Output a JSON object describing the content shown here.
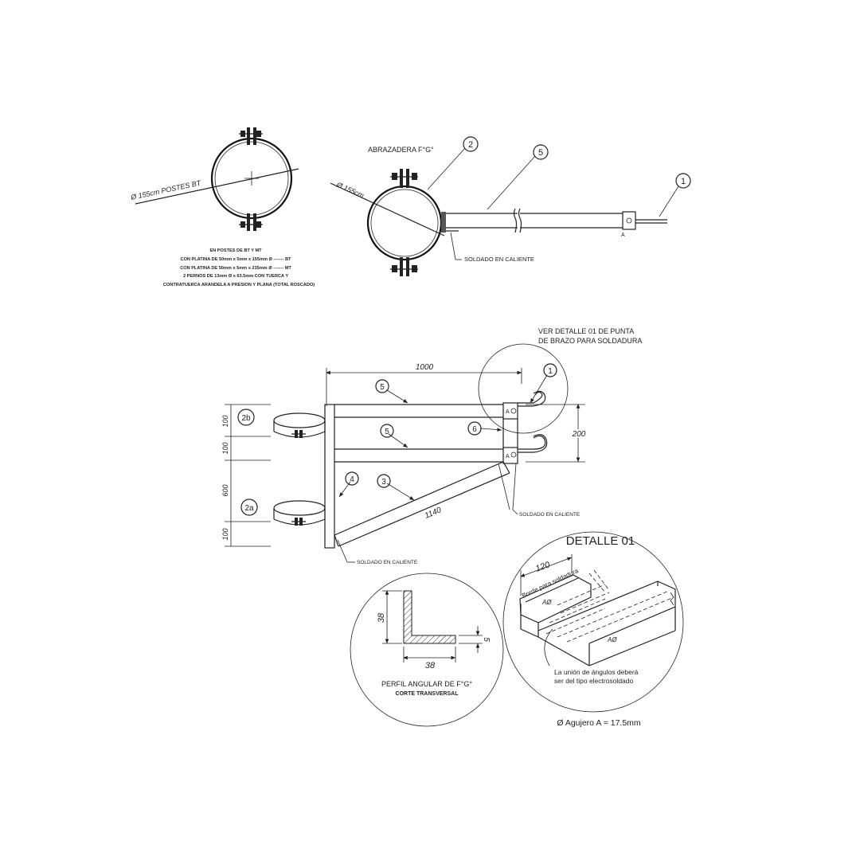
{
  "top_left": {
    "diameter_label": "Ø 155cm  POSTES BT",
    "notes": [
      "EN POSTES DE BT Y MT",
      "CON PLATINA  DE 50mm x 5mm x 155mm Ø  -------  BT",
      "CON PLATINA  DE 50mm x 5mm x 235mm Ø  -------  MT",
      "2 PERNOS DE 13mm  Ø  x 63.5mm CON TUERCA Y",
      "CONTRATUERCA ARANDELA A PRESION Y PLANA (TOTAL ROSCADO)"
    ]
  },
  "top_right": {
    "clamp_label": "ABRAZADERA F°G°",
    "diameter_label": "Ø 155cm",
    "weld_label": "SOLDADO EN CALIENTE",
    "hole_label": "A",
    "markers": [
      "1",
      "2",
      "5"
    ]
  },
  "main": {
    "detail_note_line1": "VER DETALLE 01 DE PUNTA",
    "detail_note_line2": "DE BRAZO PARA SOLDADURA",
    "dim_1000": "1000",
    "dim_200": "200",
    "dim_1140": "1140",
    "dim_100_a": "100",
    "dim_100_b": "100",
    "dim_600": "600",
    "dim_100_c": "100",
    "hole_a_top": "A",
    "hole_a_bottom": "A",
    "weld_right": "SOLDADO EN CALIENTE",
    "weld_bottom": "SOLDADO EN CALIENTE",
    "markers": [
      "1",
      "5",
      "5",
      "6",
      "4",
      "3",
      "2b",
      "2a"
    ]
  },
  "profile": {
    "dim_38_v": "38",
    "dim_38_h": "38",
    "dim_5": "5",
    "title": "PERFIL ANGULAR DE F°G°",
    "subtitle": "CORTE TRANSVERSAL"
  },
  "detail": {
    "title": "DETALLE 01",
    "dim_120": "120",
    "edge_label": "Borde para soldadura",
    "hole_a1": "AØ",
    "hole_a2": "AØ",
    "note_line1": "La unión de ángulos deberá",
    "note_line2": "ser del tipo electrosoldado"
  },
  "hole_note": "Ø Agujero A = 17.5mm"
}
